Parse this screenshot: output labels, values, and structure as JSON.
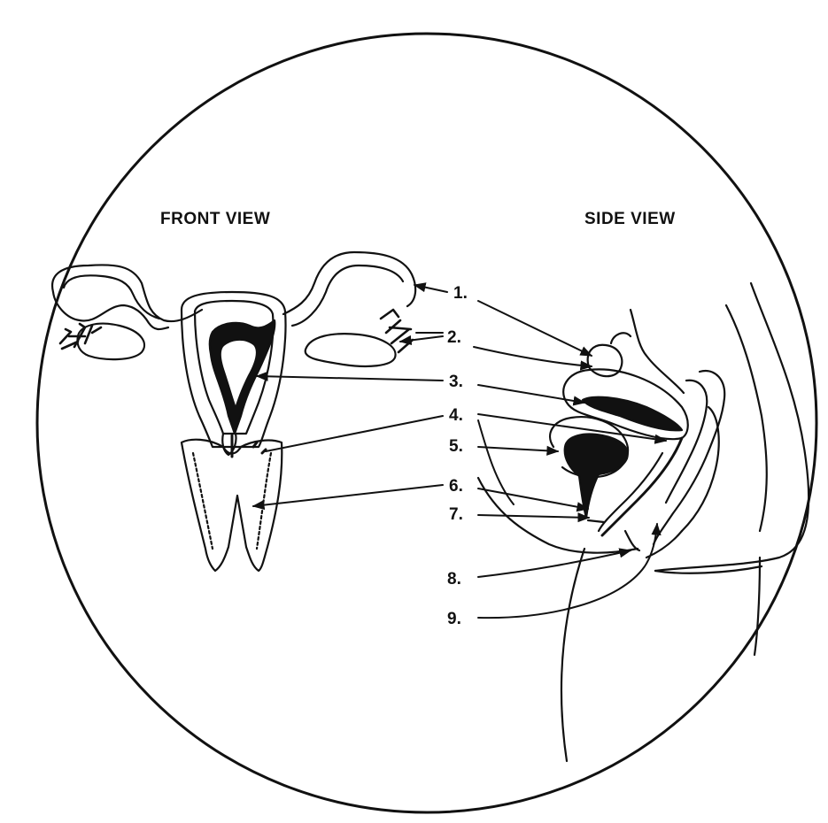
{
  "diagram": {
    "views": {
      "front": "FRONT VIEW",
      "side": "SIDE VIEW"
    },
    "labels": [
      "1.",
      "2.",
      "3.",
      "4.",
      "5.",
      "6.",
      "7.",
      "8.",
      "9."
    ],
    "colors": {
      "ink": "#111111",
      "background": "#ffffff"
    }
  }
}
